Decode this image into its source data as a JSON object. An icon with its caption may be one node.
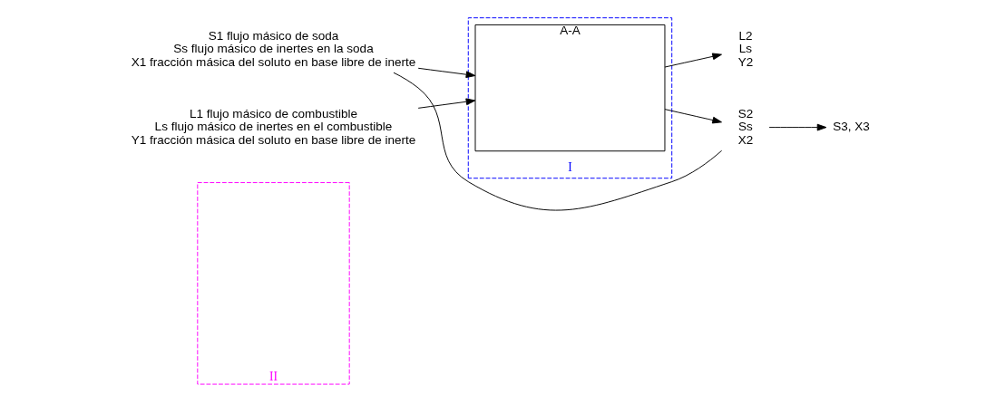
{
  "diagram": {
    "nodes": [
      {
        "text": [
          "II"
        ]
      },
      {
        "text": [
          "I"
        ]
      },
      {
        "text": [
          "A-A"
        ],
        "in": 1
      },
      {
        "text": [
          "L1 flujo másico de combustible",
          "Ls flujo másico de inertes en el combustible",
          "Y1 fracción másica del soluto en base libre de inerte"
        ]
      },
      {
        "text": [
          "S1 flujo másico de soda",
          "Ss flujo másico de inertes en la soda",
          "X1 fracción másica del soluto en base libre de inerte"
        ]
      },
      {
        "text": [
          "L2",
          "Ls",
          "Y2"
        ]
      },
      {
        "text": [
          "S2",
          "Ss",
          "X2"
        ]
      },
      {
        "text": [
          "S3, X3"
        ]
      }
    ],
    "edges": [
      {
        "from": 3,
        "to": 2,
        "arrow": "to"
      },
      {
        "from": 4,
        "to": 2,
        "arrow": "to"
      },
      {
        "from": 2,
        "to": 5,
        "arrow": "to"
      },
      {
        "from": 2,
        "to": 6,
        "arrow": "to"
      },
      {
        "from": 6,
        "to": 4,
        "arrow": "none"
      },
      {
        "from": 6,
        "to": 7,
        "arrow": "to"
      }
    ]
  }
}
